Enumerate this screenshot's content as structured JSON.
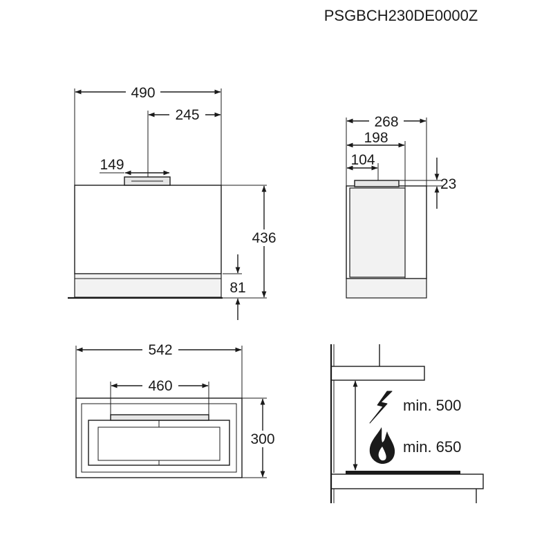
{
  "model_code": "PSGBCH230DE0000Z",
  "front_view": {
    "width": "490",
    "outlet_offset": "245",
    "outlet_width": "149",
    "height": "436",
    "base_height": "81"
  },
  "side_view": {
    "depth": "268",
    "outlet_depth": "198",
    "outlet_offset": "104",
    "outlet_height": "23"
  },
  "bottom_view": {
    "width": "542",
    "inner_width": "460",
    "depth": "300"
  },
  "installation": {
    "electric_clearance": "min. 500",
    "gas_clearance": "min. 650",
    "electric_icon": "lightning-bolt-icon",
    "gas_icon": "flame-icon"
  }
}
